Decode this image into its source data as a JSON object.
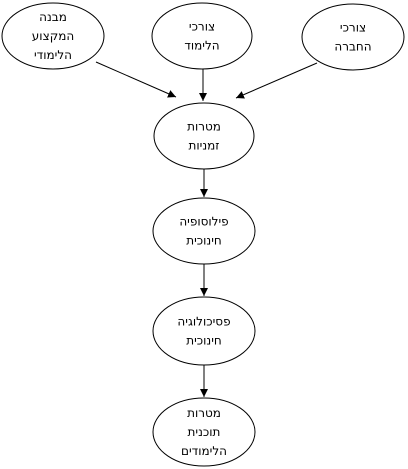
{
  "diagram": {
    "nodes": [
      {
        "id": "subject-structure",
        "lines": [
          "מבנה",
          "המקצוע",
          "הלימודי"
        ]
      },
      {
        "id": "learner-needs",
        "lines": [
          "צורכי",
          "הלימוד"
        ]
      },
      {
        "id": "society-needs",
        "lines": [
          "צורכי",
          "החברה"
        ]
      },
      {
        "id": "provisional-goals",
        "lines": [
          "מטרות",
          "זמניות"
        ]
      },
      {
        "id": "educational-philosophy",
        "lines": [
          "פילוסופיה",
          "חינוכית"
        ]
      },
      {
        "id": "educational-psychology",
        "lines": [
          "פסיכולוגיה",
          "חינוכית"
        ]
      },
      {
        "id": "curriculum-goals",
        "lines": [
          "מטרות",
          "תוכנית",
          "הלימודים"
        ]
      }
    ],
    "edges": [
      {
        "from": "subject-structure",
        "to": "provisional-goals"
      },
      {
        "from": "learner-needs",
        "to": "provisional-goals"
      },
      {
        "from": "society-needs",
        "to": "provisional-goals"
      },
      {
        "from": "provisional-goals",
        "to": "educational-philosophy"
      },
      {
        "from": "educational-philosophy",
        "to": "educational-psychology"
      },
      {
        "from": "educational-psychology",
        "to": "curriculum-goals"
      }
    ],
    "colors": {
      "stroke": "#000000",
      "fill": "#ffffff",
      "background": "#ffffff"
    }
  }
}
